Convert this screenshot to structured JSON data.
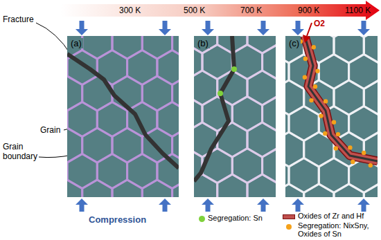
{
  "diagram": {
    "nodes": [
      {
        "text": [
          "(a)"
        ]
      },
      {
        "text": [
          "(b)"
        ]
      },
      {
        "text": [
          "(c)"
        ]
      }
    ],
    "labels": [
      "300 K",
      "500 K",
      "700 K",
      "900 K",
      "1100 K",
      "Fracture",
      "Grain",
      "Grain boundary",
      "Compression",
      "O2"
    ],
    "legend": [
      {
        "text": "Segregation: Sn",
        "color": "#7fd13b"
      },
      {
        "text": "Oxides of Zr and Hf",
        "color": "#c0504d"
      },
      {
        "text": "Segregation: NixSny, Oxides of Sn",
        "color": "#f5a21b"
      }
    ]
  }
}
